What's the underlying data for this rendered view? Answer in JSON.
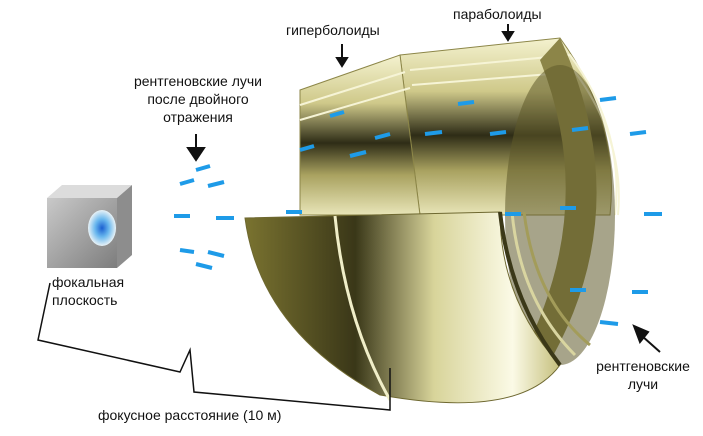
{
  "labels": {
    "hyperboloids": "гиперболоиды",
    "paraboloids": "параболоиды",
    "rays_after_line1": "рентгеновские лучи",
    "rays_after_line2": "после двойного",
    "rays_after_line3": "отражения",
    "focal_line1": "фокальная",
    "focal_line2": "плоскость",
    "focal_length": "фокусное расстояние (10 м)",
    "rays_in_line1": "рентгеновские",
    "rays_in_line2": "лучи"
  },
  "colors": {
    "ray": "#1e9be8",
    "mirror_light": "#f2f0c8",
    "mirror_mid": "#b5ad5a",
    "mirror_dark": "#2b2a14"
  }
}
